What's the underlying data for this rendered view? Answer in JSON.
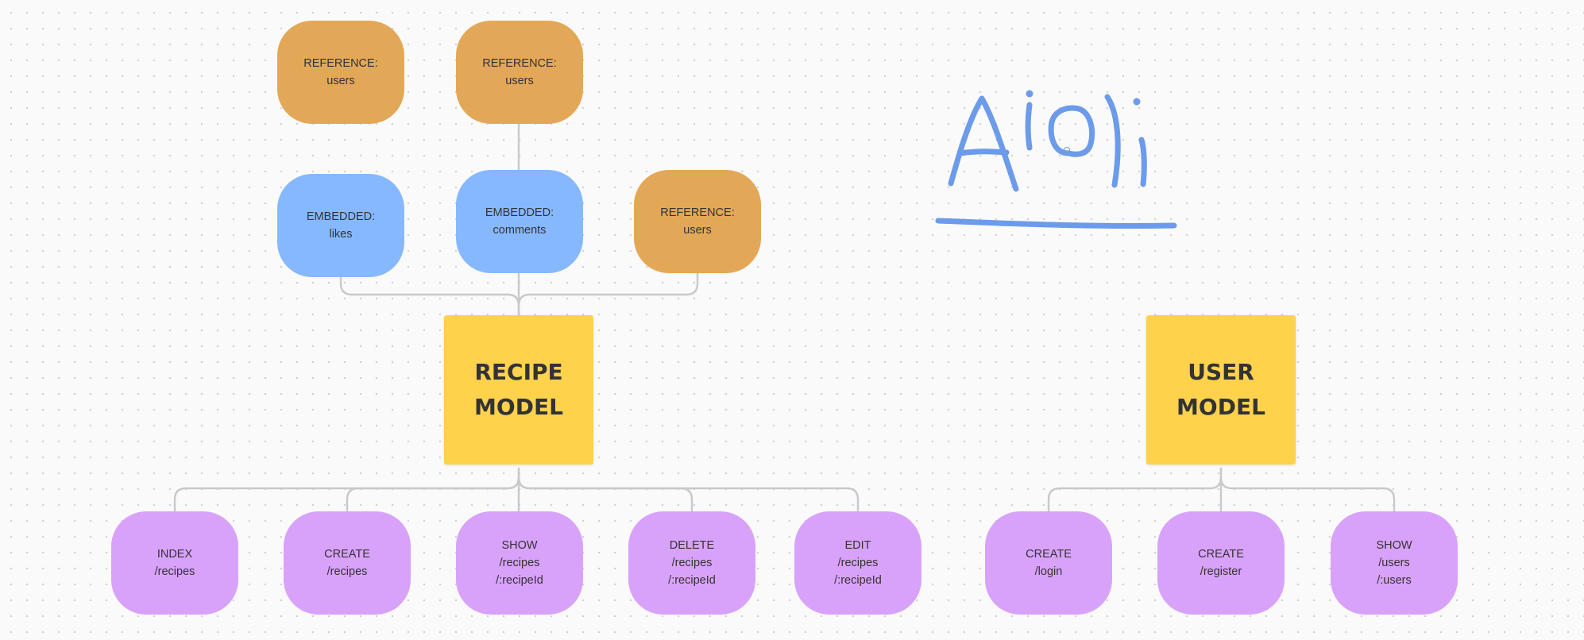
{
  "title": "Aioli",
  "colors": {
    "reference": "#e3a857",
    "embedded": "#86b8ff",
    "model": "#ffd24c",
    "route": "#d9a2fa",
    "connector": "#c9c9c9",
    "handwriting": "#6b9bea",
    "text": "#333333"
  },
  "reference_nodes": [
    {
      "type": "REFERENCE:",
      "name": "users"
    },
    {
      "type": "REFERENCE:",
      "name": "users"
    },
    {
      "type": "REFERENCE:",
      "name": "users"
    }
  ],
  "embedded_nodes": [
    {
      "type": "EMBEDDED:",
      "name": "likes"
    },
    {
      "type": "EMBEDDED:",
      "name": "comments"
    }
  ],
  "models": [
    {
      "line1": "RECIPE",
      "line2": "MODEL"
    },
    {
      "line1": "USER",
      "line2": "MODEL"
    }
  ],
  "recipe_routes": [
    {
      "lines": [
        "INDEX",
        "/recipes"
      ]
    },
    {
      "lines": [
        "CREATE",
        "/recipes"
      ]
    },
    {
      "lines": [
        "SHOW",
        "/recipes",
        "/:recipeId"
      ]
    },
    {
      "lines": [
        "DELETE",
        "/recipes",
        "/:recipeId"
      ]
    },
    {
      "lines": [
        "EDIT",
        "/recipes",
        "/:recipeId"
      ]
    }
  ],
  "user_routes": [
    {
      "lines": [
        "CREATE",
        "/login"
      ]
    },
    {
      "lines": [
        "CREATE",
        "/register"
      ]
    },
    {
      "lines": [
        "SHOW",
        "/users",
        "/:users"
      ]
    }
  ]
}
